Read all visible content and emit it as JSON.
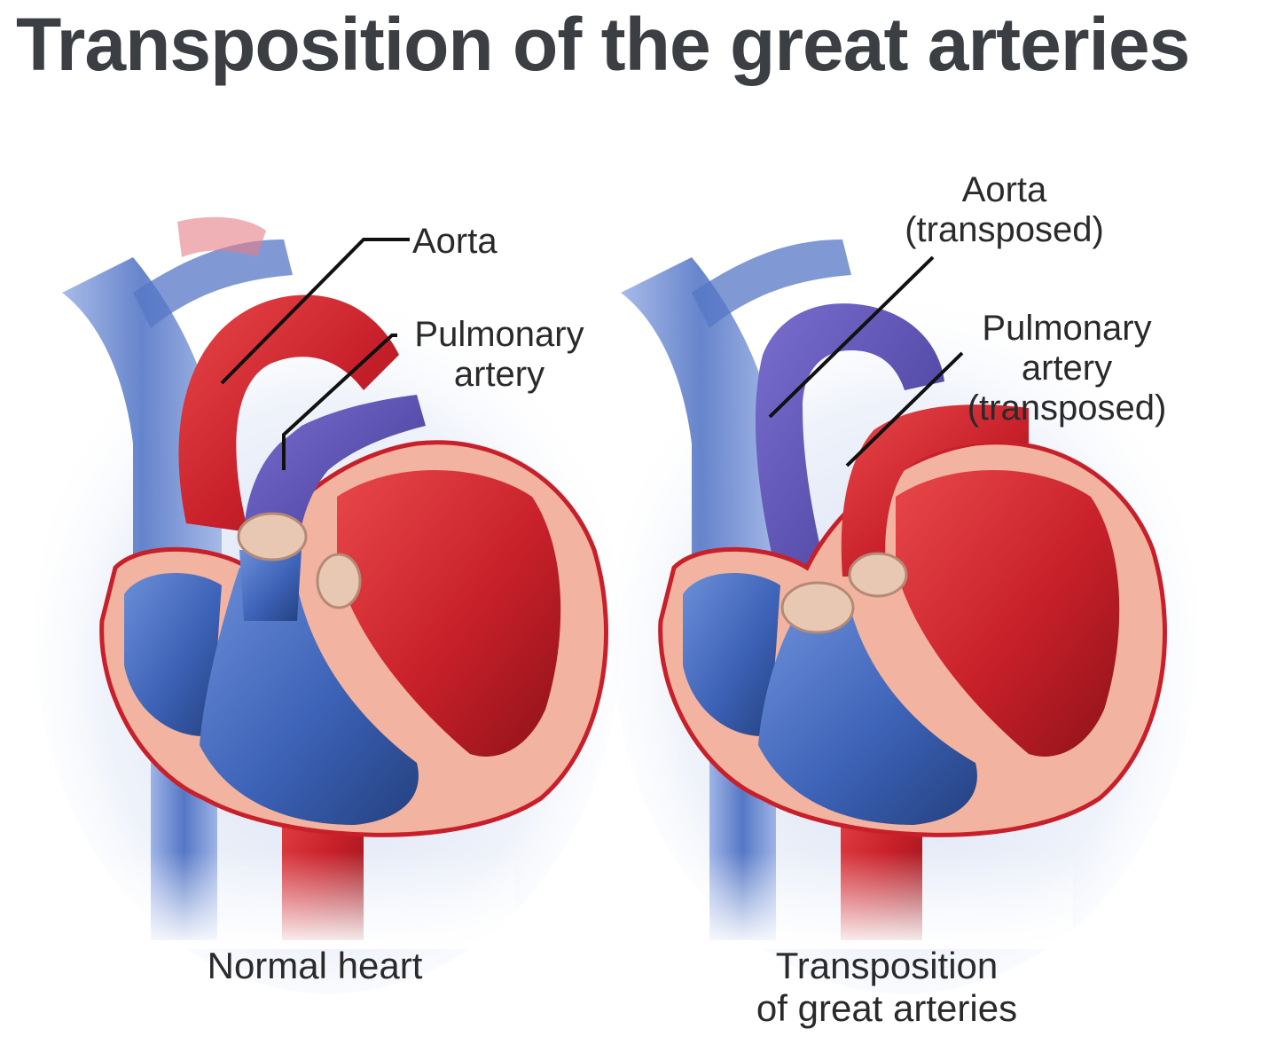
{
  "title": "Transposition of the great arteries",
  "normal": {
    "aorta_label": "Aorta",
    "pulmonary_label_1": "Pulmonary",
    "pulmonary_label_2": "artery",
    "caption": "Normal heart"
  },
  "transposed": {
    "aorta_label_1": "Aorta",
    "aorta_label_2": "(transposed)",
    "pulmonary_label_1": "Pulmonary",
    "pulmonary_label_2": "artery",
    "pulmonary_label_3": "(transposed)",
    "caption_1": "Transposition",
    "caption_2": "of great arteries"
  },
  "colors": {
    "oxygenated_red": "#c8202a",
    "deoxygenated_blue": "#3d63b8",
    "pulmonary_purple": "#5a4fa8",
    "heart_wall_pink": "#f2b3a0",
    "valve_tan": "#e8c8b2"
  }
}
